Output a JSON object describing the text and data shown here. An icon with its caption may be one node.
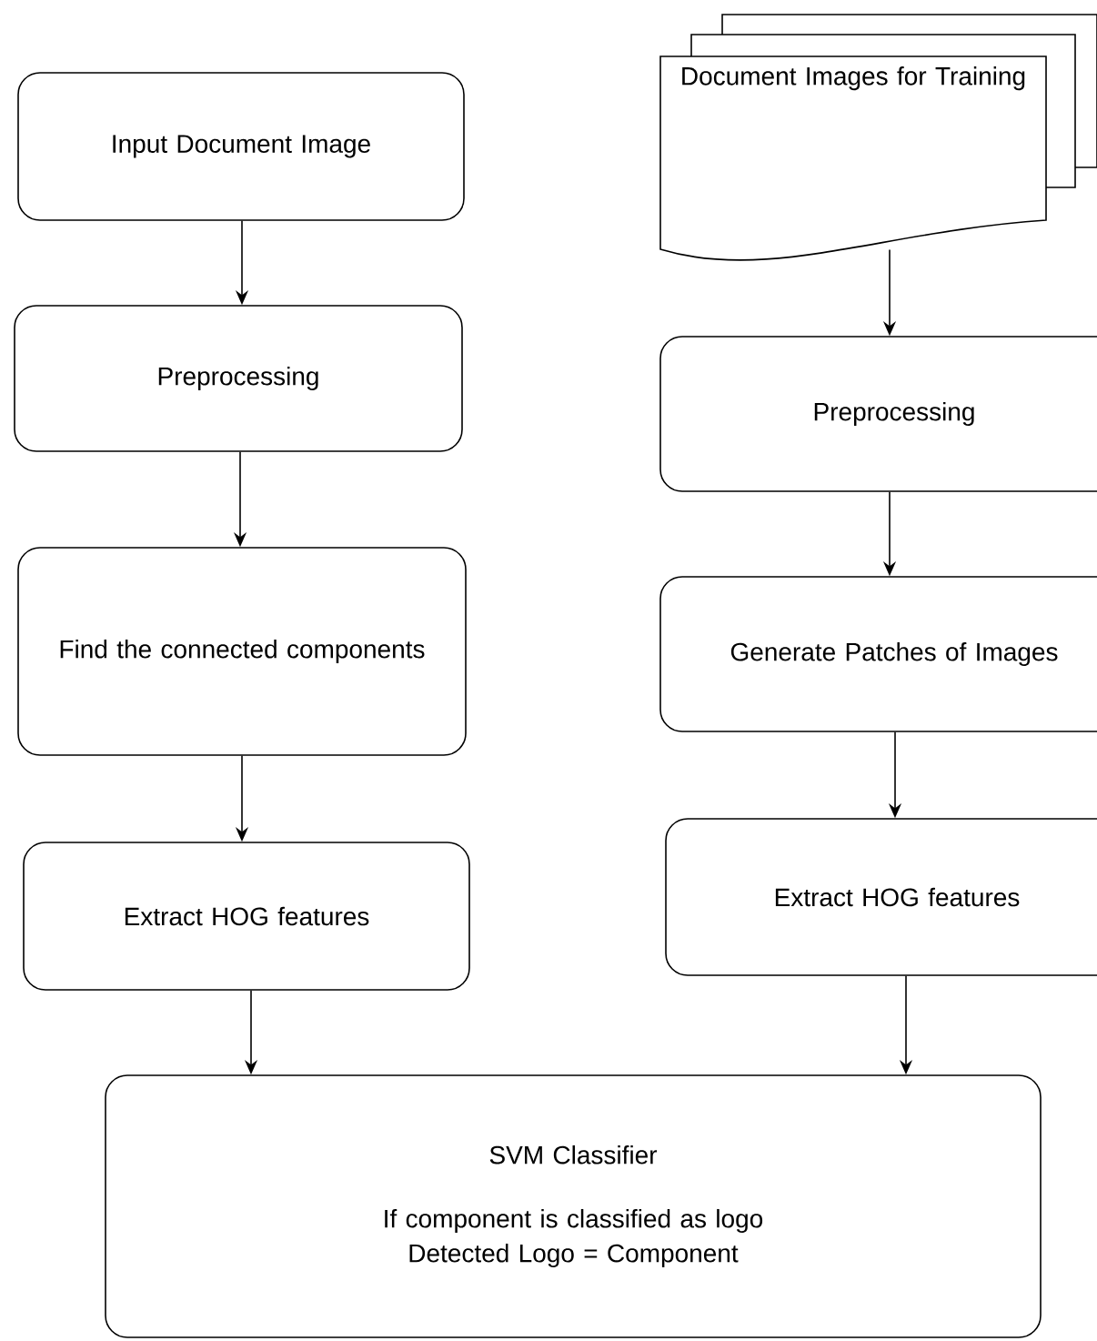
{
  "diagram": {
    "nodes": [
      {
        "text": [
          "Input Document Image"
        ]
      },
      {
        "text": [
          "Preprocessing"
        ]
      },
      {
        "text": [
          "Find the connected components"
        ]
      },
      {
        "text": [
          "Extract HOG features"
        ]
      },
      {
        "text": [
          "Document Images for Training"
        ]
      },
      {
        "text": [
          "Preprocessing"
        ]
      },
      {
        "text": [
          "Generate Patches of Images"
        ]
      },
      {
        "text": [
          "Extract HOG features"
        ]
      },
      {
        "text": [
          "SVM Classifier",
          "If component is classified as logo Detected Logo = Component"
        ]
      }
    ],
    "edges": [
      {
        "from": 0,
        "to": 1,
        "arrow": "to"
      },
      {
        "from": 1,
        "to": 2,
        "arrow": "to"
      },
      {
        "from": 2,
        "to": 3,
        "arrow": "to"
      },
      {
        "from": 3,
        "to": 8,
        "arrow": "to"
      },
      {
        "from": 4,
        "to": 5,
        "arrow": "to"
      },
      {
        "from": 5,
        "to": 6,
        "arrow": "to"
      },
      {
        "from": 6,
        "to": 7,
        "arrow": "to"
      },
      {
        "from": 7,
        "to": 8,
        "arrow": "to"
      }
    ]
  }
}
